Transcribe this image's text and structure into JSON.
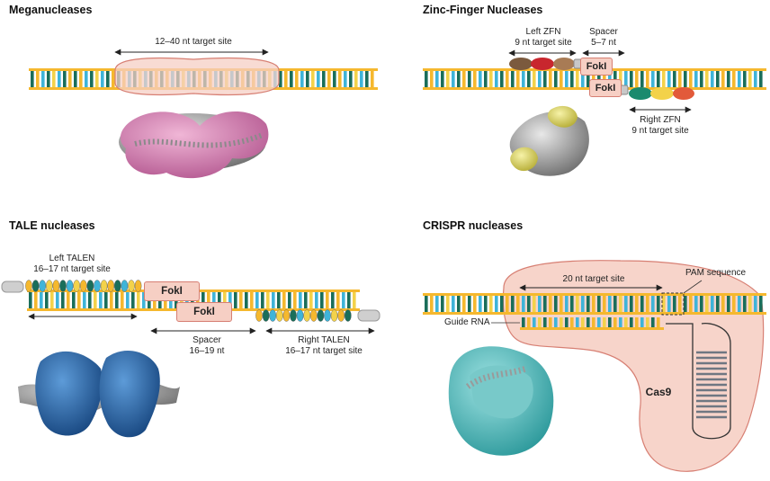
{
  "colors": {
    "strand": "#f5b82e",
    "base_colors": [
      "#1a6e5a",
      "#f5b82e",
      "#3fb4d9",
      "#ffffff",
      "#f3d24a"
    ],
    "nuclease_fill": "#f6cfc4",
    "nuclease_stroke": "#d77f73",
    "meganuclease_protein": "#d47fb0",
    "dna_grey": "#9a9a9a",
    "zfn_protein": "#e6e07a",
    "talen_protein": "#2f6fb0",
    "cas9_protein": "#5cc4c6",
    "zf_fingers": [
      "#7b5a3e",
      "#c8262e",
      "#a87b55",
      "#1a8a6e",
      "#f3d24a",
      "#e25a3a"
    ]
  },
  "panels": {
    "meganucleases": {
      "title": "Meganucleases",
      "target_label": "12–40 nt target site"
    },
    "zfn": {
      "title": "Zinc-Finger Nucleases",
      "left_label_1": "Left ZFN",
      "left_label_2": "9 nt target site",
      "spacer_label_1": "Spacer",
      "spacer_label_2": "5–7 nt",
      "fok_top": "FokI",
      "fok_bottom": "FokI",
      "right_label_1": "Right ZFN",
      "right_label_2": "9 nt target site"
    },
    "tale": {
      "title": "TALE nucleases",
      "left_label_1": "Left TALEN",
      "left_label_2": "16–17 nt target site",
      "fok_top": "FokI",
      "fok_bottom": "FokI",
      "spacer_label_1": "Spacer",
      "spacer_label_2": "16–19 nt",
      "right_label_1": "Right TALEN",
      "right_label_2": "16–17 nt target site"
    },
    "crispr": {
      "title": "CRISPR nucleases",
      "target_label": "20 nt target site",
      "pam_label": "PAM sequence",
      "guide_label": "Guide RNA",
      "cas9_label": "Cas9"
    }
  }
}
